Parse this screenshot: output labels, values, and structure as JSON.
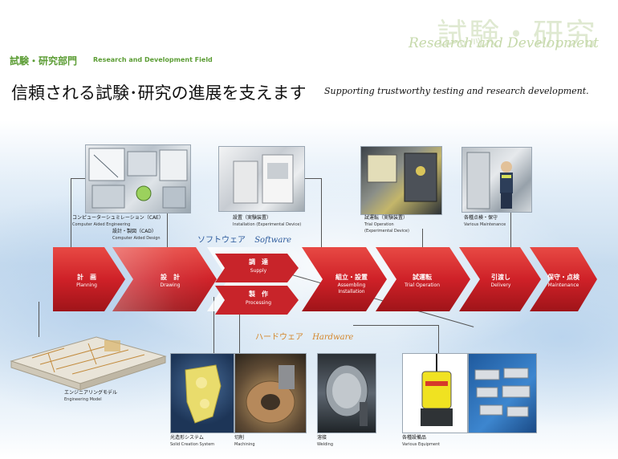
{
  "watermark": {
    "jp": "試験・研究",
    "en": "Research and Development"
  },
  "section": {
    "jp": "試験・研究部門",
    "en": "Research and Development Field"
  },
  "headline": "信頼される試験･研究の進展を支えます",
  "tagline": "Supporting trustworthy testing and research development.",
  "software_label": {
    "jp": "ソフトウェア",
    "en": "Software"
  },
  "hardware_label": {
    "jp": "ハードウェア",
    "en": "Hardware"
  },
  "stages": [
    {
      "jp": "計　画",
      "en": "Planning"
    },
    {
      "jp": "設　計",
      "en": "Drawing"
    },
    {
      "jp": "組立・設置",
      "en": "Assembling\nInstallation"
    },
    {
      "jp": "試運転",
      "en": "Trial Operation"
    },
    {
      "jp": "引渡し",
      "en": "Delivery"
    },
    {
      "jp": "保守・点検",
      "en": "Maintenance"
    }
  ],
  "substages": [
    {
      "jp": "調　達",
      "en": "Supply"
    },
    {
      "jp": "製　作",
      "en": "Processing"
    }
  ],
  "captions": {
    "cae_jp": "コンピューターシュミレーション（CAE）",
    "cae_en": "Computer Aided Engineering",
    "cad_jp": "設計・製図（CAD）",
    "cad_en": "Computer Aided Design",
    "install_jp": "設置（実験装置）",
    "install_en": "Installation (Experimental Device)",
    "trial_jp": "試運転（実験装置）",
    "trial_en1": "Trial Operation",
    "trial_en2": "(Experimental Device)",
    "maint_jp": "各種点検・保守",
    "maint_en": "Various Maintenance",
    "model_jp": "エンジニアリングモデル",
    "model_en": "Engineering Model",
    "solid_jp": "光造形システム",
    "solid_en": "Solid Creation System",
    "machining_jp": "切削",
    "machining_en": "Machining",
    "welding_jp": "溶接",
    "welding_en": "Welding",
    "equip_jp": "各種設備品",
    "equip_en": "Various Equipment"
  },
  "colors": {
    "arrow_red": "#d42a2e",
    "dark_red": "#a3151b",
    "section_green": "#5c9d35",
    "hardware_orange": "#d4862a",
    "software_blue": "#2c5a9c"
  }
}
